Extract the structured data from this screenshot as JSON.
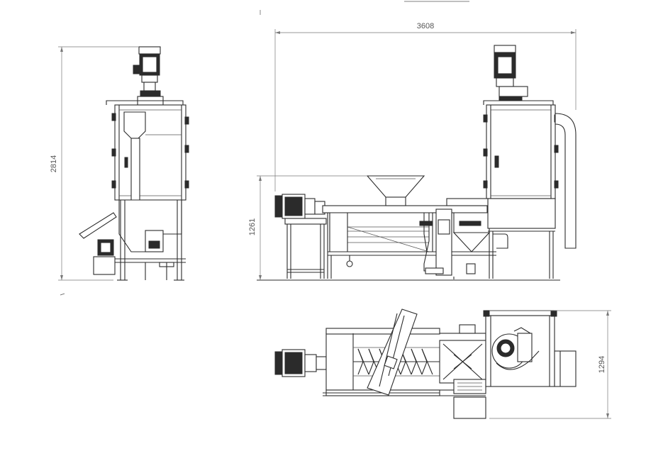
{
  "dimensions": {
    "overall_length": "3608",
    "overall_height": "2814",
    "trough_height": "1261",
    "plan_width": "1294"
  }
}
